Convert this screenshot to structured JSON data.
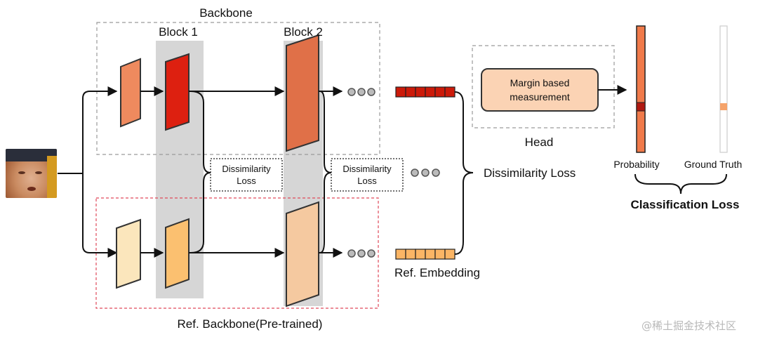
{
  "labels": {
    "backbone": "Backbone",
    "block1": "Block 1",
    "block2": "Block 2",
    "ref_backbone": "Ref. Backbone(Pre-trained)",
    "dissim_box1": [
      "Dissimilarity",
      "Loss"
    ],
    "dissim_box2": [
      "Dissimilarity",
      "Loss"
    ],
    "dissimilarity_loss": "Dissimilarity Loss",
    "ref_embedding": "Ref. Embedding",
    "head": "Head",
    "margin_box": [
      "Margin based",
      "measurement"
    ],
    "probability": "Probability",
    "ground_truth": "Ground  Truth",
    "classification_loss": "Classification Loss",
    "watermark": "@稀土掘金技术社区"
  },
  "colors": {
    "feat_top_1": "#ef8a5e",
    "feat_top_2": "#dd2010",
    "feat_top_3": "#e07048",
    "feat_bot_1": "#fbe6bc",
    "feat_bot_2": "#fbc070",
    "feat_bot_3": "#f5c9a0",
    "embedding": "#cc1a0a",
    "ref_embedding": "#fbb565",
    "probability_bar": "#f07a4a",
    "ground_truth_mark": "#f5a36a",
    "margin_box": "#fbd3b4",
    "ref_dashed_box": "#e0495a",
    "block_band": "#d5d5d5"
  },
  "icons": {
    "ellipsis": "three-grey-dots",
    "input_image": "face-photo"
  }
}
